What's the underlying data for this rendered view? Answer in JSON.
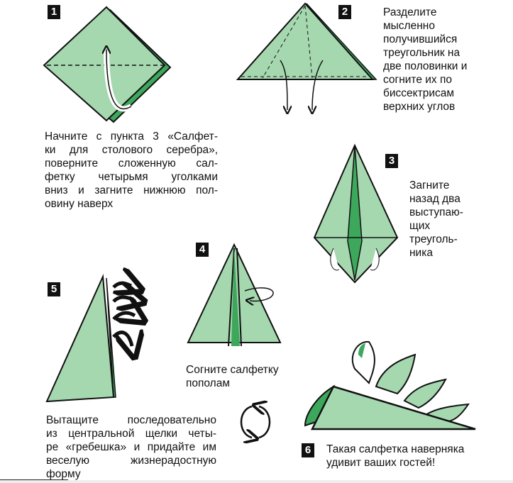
{
  "colors": {
    "light_green": "#a6d8b0",
    "dark_green": "#3da75c",
    "outline": "#111111"
  },
  "steps": [
    {
      "number": "1",
      "lines": [
        "Начните с пункта 3 «Салфет-",
        "ки для столового серебра»,",
        "поверните сложенную сал-",
        "фетку четырьмя уголками",
        "вниз и загните нижнюю пол-",
        "овину наверх"
      ]
    },
    {
      "number": "2",
      "lines": [
        "Разделите",
        "мысленно",
        "получившийся",
        "треугольник на",
        "две половинки и",
        "согните их по",
        "биссектрисам",
        "верхних углов"
      ]
    },
    {
      "number": "3",
      "lines": [
        "Загните",
        "назад два",
        "выступаю-",
        "щих",
        "треуголь-",
        "ника"
      ]
    },
    {
      "number": "4",
      "lines": [
        "Согните салфетку",
        "пополам"
      ]
    },
    {
      "number": "5",
      "lines": [
        "Вытащите последовательно",
        "из центральной щелки четы-",
        "ре «гребешка» и придайте им",
        "веселую жизнерадостную",
        "форму"
      ]
    },
    {
      "number": "6",
      "lines": [
        "Такая салфетка наверняка",
        "удивит ваших гостей!"
      ]
    }
  ]
}
